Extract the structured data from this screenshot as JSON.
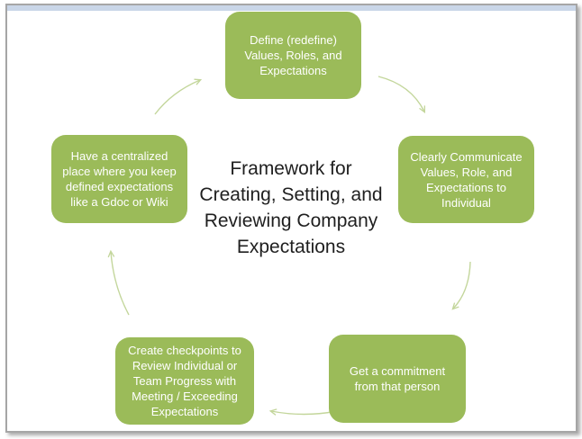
{
  "diagram": {
    "title": "Framework for\nCreating, Setting, and\nReviewing Company\nExpectations",
    "nodes": [
      {
        "id": "define",
        "text": "Define (redefine)\nValues, Roles, and\nExpectations"
      },
      {
        "id": "communicate",
        "text": "Clearly Communicate\nValues, Role, and\nExpectations to\nIndividual"
      },
      {
        "id": "commitment",
        "text": "Get a commitment\nfrom that person"
      },
      {
        "id": "checkpoints",
        "text": "Create checkpoints to\nReview Individual or\nTeam Progress with\nMeeting / Exceeding\nExpectations"
      },
      {
        "id": "centralized",
        "text": "Have a centralized\nplace where you keep\ndefined expectations\nlike a Gdoc or Wiki"
      }
    ],
    "arrows": [
      {
        "from": "define",
        "to": "communicate"
      },
      {
        "from": "communicate",
        "to": "commitment"
      },
      {
        "from": "commitment",
        "to": "checkpoints"
      },
      {
        "from": "checkpoints",
        "to": "centralized"
      },
      {
        "from": "centralized",
        "to": "define"
      }
    ]
  },
  "colors": {
    "node_green": "#9bbb59",
    "arrow_green": "#c3d69b",
    "node_text": "#ffffff",
    "title_text": "#1f1f1f",
    "frame_border": "#a6a6a6",
    "top_band": "#c9d6e8"
  }
}
